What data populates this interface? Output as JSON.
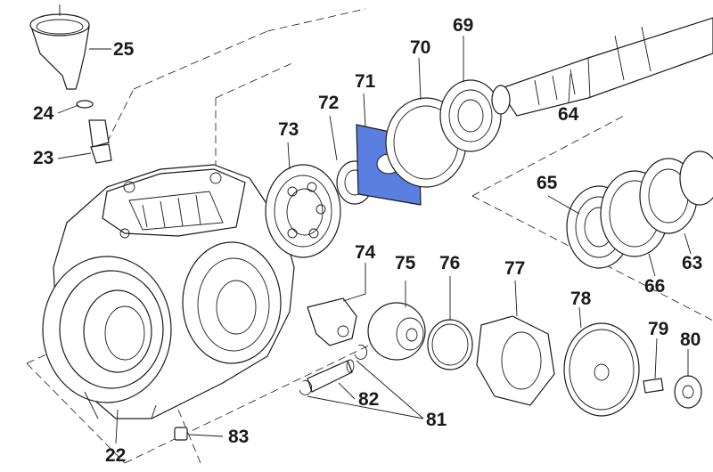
{
  "diagram": {
    "highlight_color": "#5a7fe0",
    "line_color": "#1a1a1a",
    "background": "#ffffff",
    "callouts": [
      {
        "id": "p22",
        "label": "22"
      },
      {
        "id": "p23",
        "label": "23"
      },
      {
        "id": "p24",
        "label": "24"
      },
      {
        "id": "p25",
        "label": "25"
      },
      {
        "id": "p63",
        "label": "63"
      },
      {
        "id": "p64",
        "label": "64"
      },
      {
        "id": "p65",
        "label": "65"
      },
      {
        "id": "p66",
        "label": "66"
      },
      {
        "id": "p69",
        "label": "69"
      },
      {
        "id": "p70",
        "label": "70"
      },
      {
        "id": "p71",
        "label": "71",
        "highlighted": true
      },
      {
        "id": "p72",
        "label": "72"
      },
      {
        "id": "p73",
        "label": "73"
      },
      {
        "id": "p74",
        "label": "74"
      },
      {
        "id": "p75",
        "label": "75"
      },
      {
        "id": "p76",
        "label": "76"
      },
      {
        "id": "p77",
        "label": "77"
      },
      {
        "id": "p78",
        "label": "78"
      },
      {
        "id": "p79",
        "label": "79"
      },
      {
        "id": "p80",
        "label": "80"
      },
      {
        "id": "p81",
        "label": "81"
      },
      {
        "id": "p82",
        "label": "82"
      },
      {
        "id": "p83",
        "label": "83"
      }
    ]
  }
}
